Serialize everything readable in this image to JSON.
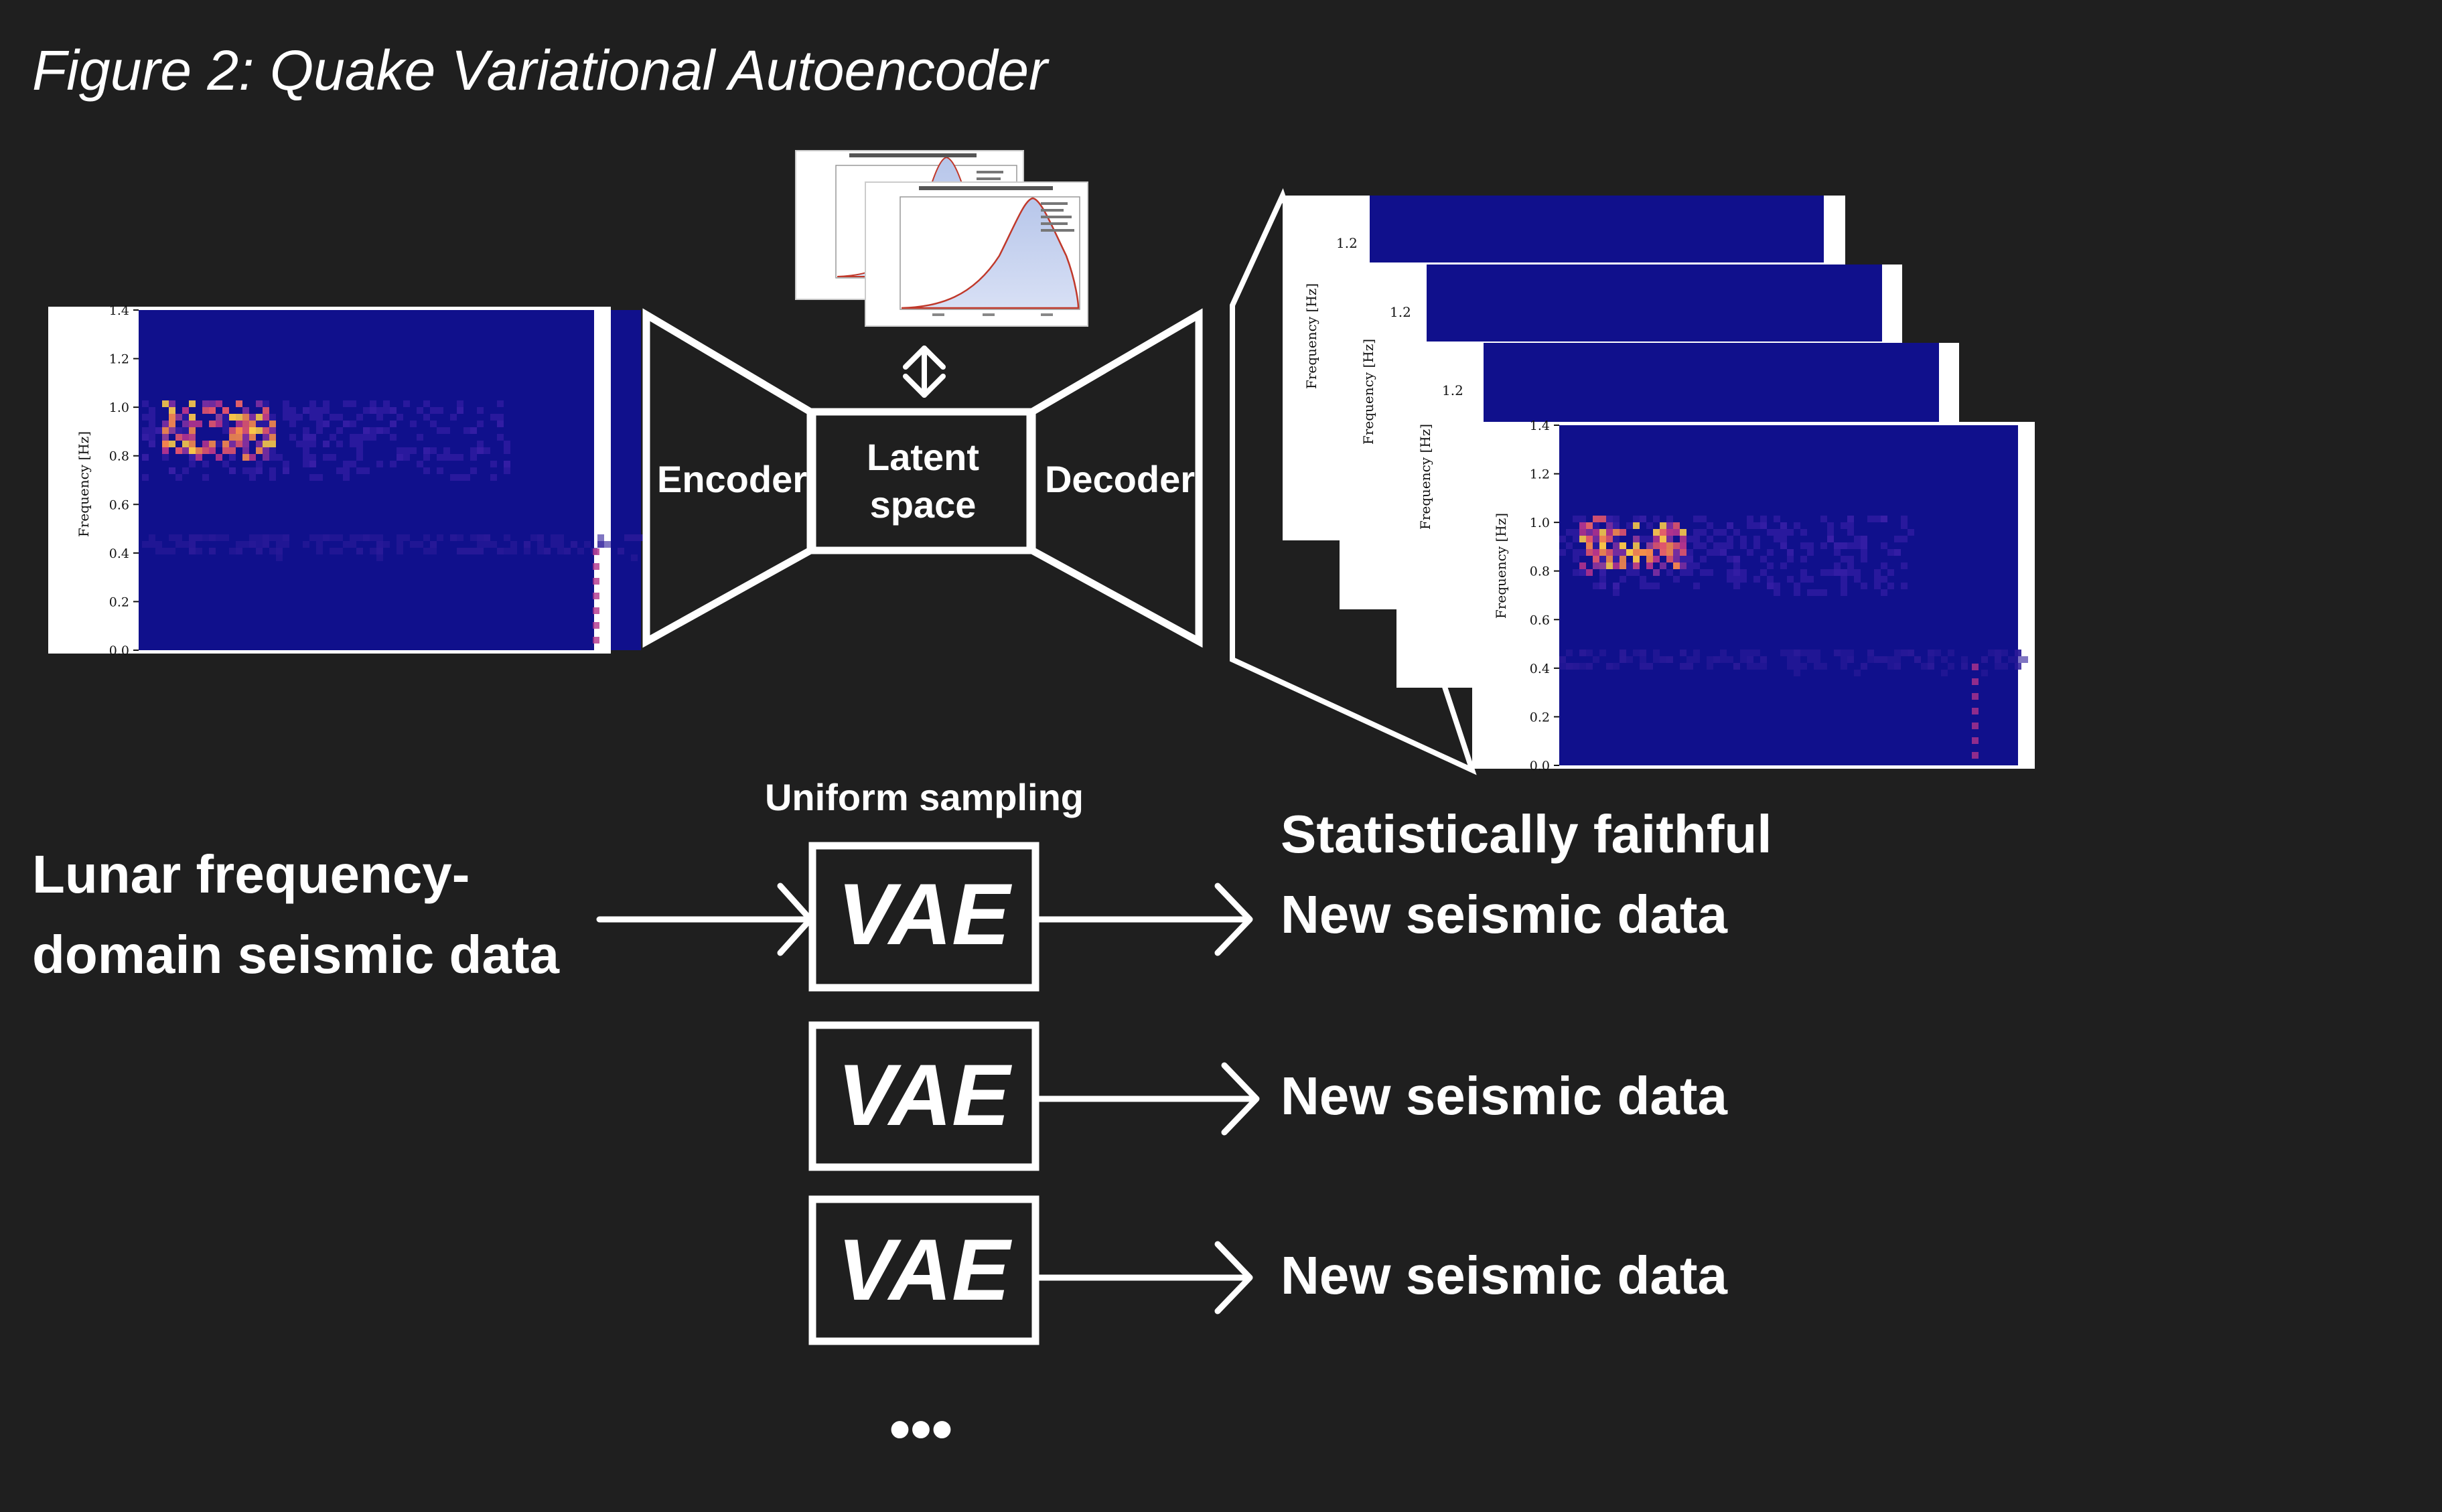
{
  "title": "Figure 2: Quake Variational Autoencoder",
  "colors": {
    "background": "#1f1f1f",
    "foreground": "#ffffff",
    "spectrogram_base": "#10108c",
    "spectrogram_hot": "#f7c948"
  },
  "spectrogram": {
    "ylabel": "Frequency [Hz]",
    "yticks": [
      "1.4",
      "1.2",
      "1.0",
      "0.8",
      "0.6",
      "0.4",
      "0.2",
      "0.0"
    ]
  },
  "autoencoder": {
    "encoder_label": "Encoder",
    "latent_label_line1": "Latent",
    "latent_label_line2": "space",
    "decoder_label": "Decoder"
  },
  "pipeline": {
    "sampling_label": "Uniform sampling",
    "input_label_line1": "Lunar frequency-",
    "input_label_line2": "domain seismic data",
    "vae_label": "VAE",
    "output1_line1": "Statistically faithful",
    "output1_line2": "New seismic data",
    "output2": "New seismic data",
    "output3": "New seismic data",
    "more": "•••"
  }
}
